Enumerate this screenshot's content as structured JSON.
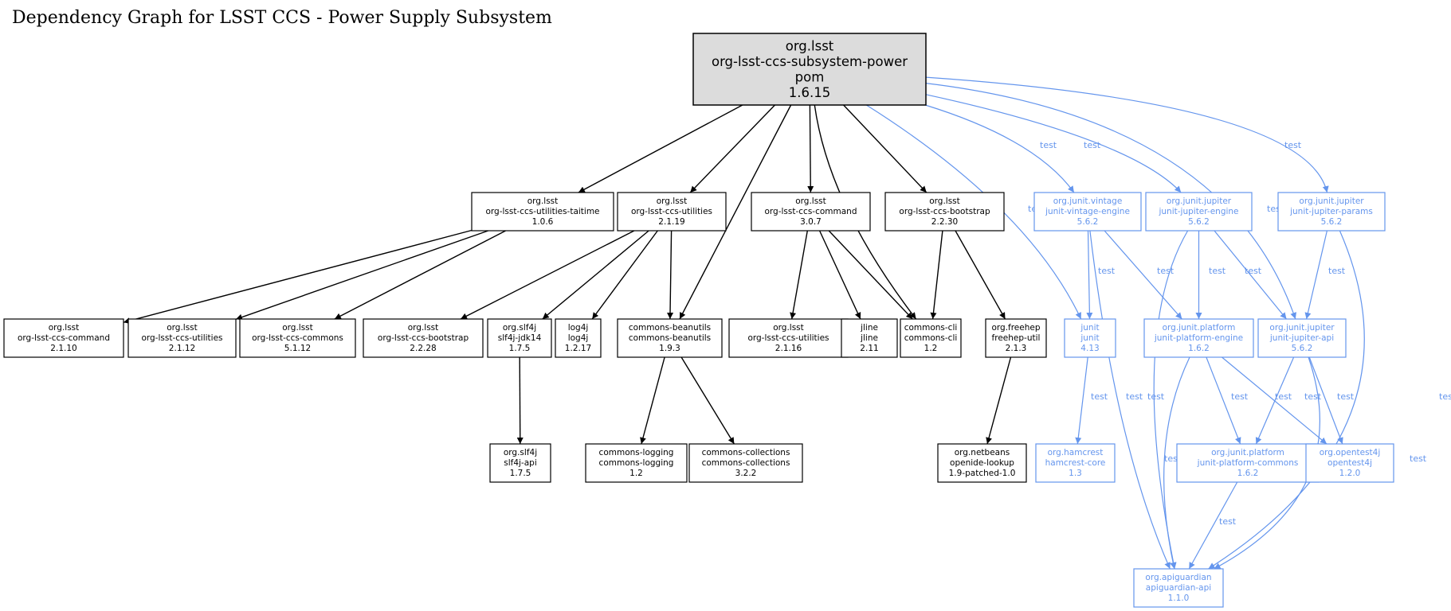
{
  "title": "Dependency Graph for LSST CCS - Power Supply Subsystem",
  "colors": {
    "compile": "#000000",
    "test": "#6495ED",
    "root_fill": "#dcdcdc"
  },
  "nodes": [
    {
      "id": "root",
      "lines": [
        "org.lsst",
        "org-lsst-ccs-subsystem-power",
        "pom",
        "1.6.15"
      ],
      "scope": "root"
    },
    {
      "id": "taitime",
      "lines": [
        "org.lsst",
        "org-lsst-ccs-utilities-taitime",
        "1.0.6"
      ],
      "scope": "compile"
    },
    {
      "id": "util2119",
      "lines": [
        "org.lsst",
        "org-lsst-ccs-utilities",
        "2.1.19"
      ],
      "scope": "compile"
    },
    {
      "id": "cmd307",
      "lines": [
        "org.lsst",
        "org-lsst-ccs-command",
        "3.0.7"
      ],
      "scope": "compile"
    },
    {
      "id": "boot2230",
      "lines": [
        "org.lsst",
        "org-lsst-ccs-bootstrap",
        "2.2.30"
      ],
      "scope": "compile"
    },
    {
      "id": "vintage",
      "lines": [
        "org.junit.vintage",
        "junit-vintage-engine",
        "5.6.2"
      ],
      "scope": "test"
    },
    {
      "id": "jupengine",
      "lines": [
        "org.junit.jupiter",
        "junit-jupiter-engine",
        "5.6.2"
      ],
      "scope": "test"
    },
    {
      "id": "jupparams",
      "lines": [
        "org.junit.jupiter",
        "junit-jupiter-params",
        "5.6.2"
      ],
      "scope": "test"
    },
    {
      "id": "cmd2110",
      "lines": [
        "org.lsst",
        "org-lsst-ccs-command",
        "2.1.10"
      ],
      "scope": "compile"
    },
    {
      "id": "util2112",
      "lines": [
        "org.lsst",
        "org-lsst-ccs-utilities",
        "2.1.12"
      ],
      "scope": "compile"
    },
    {
      "id": "commons5112",
      "lines": [
        "org.lsst",
        "org-lsst-ccs-commons",
        "5.1.12"
      ],
      "scope": "compile"
    },
    {
      "id": "boot2228",
      "lines": [
        "org.lsst",
        "org-lsst-ccs-bootstrap",
        "2.2.28"
      ],
      "scope": "compile"
    },
    {
      "id": "slf4jjdk",
      "lines": [
        "org.slf4j",
        "slf4j-jdk14",
        "1.7.5"
      ],
      "scope": "compile"
    },
    {
      "id": "log4j",
      "lines": [
        "log4j",
        "log4j",
        "1.2.17"
      ],
      "scope": "compile"
    },
    {
      "id": "beanutils",
      "lines": [
        "commons-beanutils",
        "commons-beanutils",
        "1.9.3"
      ],
      "scope": "compile"
    },
    {
      "id": "util2116",
      "lines": [
        "org.lsst",
        "org-lsst-ccs-utilities",
        "2.1.16"
      ],
      "scope": "compile"
    },
    {
      "id": "jline",
      "lines": [
        "jline",
        "jline",
        "2.11"
      ],
      "scope": "compile"
    },
    {
      "id": "cli",
      "lines": [
        "commons-cli",
        "commons-cli",
        "1.2"
      ],
      "scope": "compile"
    },
    {
      "id": "freehep",
      "lines": [
        "org.freehep",
        "freehep-util",
        "2.1.3"
      ],
      "scope": "compile"
    },
    {
      "id": "junit",
      "lines": [
        "junit",
        "junit",
        "4.13"
      ],
      "scope": "test"
    },
    {
      "id": "platengine",
      "lines": [
        "org.junit.platform",
        "junit-platform-engine",
        "1.6.2"
      ],
      "scope": "test"
    },
    {
      "id": "jupapi",
      "lines": [
        "org.junit.jupiter",
        "junit-jupiter-api",
        "5.6.2"
      ],
      "scope": "test"
    },
    {
      "id": "slf4japi",
      "lines": [
        "org.slf4j",
        "slf4j-api",
        "1.7.5"
      ],
      "scope": "compile"
    },
    {
      "id": "logging",
      "lines": [
        "commons-logging",
        "commons-logging",
        "1.2"
      ],
      "scope": "compile"
    },
    {
      "id": "collections",
      "lines": [
        "commons-collections",
        "commons-collections",
        "3.2.2"
      ],
      "scope": "compile"
    },
    {
      "id": "openide",
      "lines": [
        "org.netbeans",
        "openide-lookup",
        "1.9-patched-1.0"
      ],
      "scope": "compile"
    },
    {
      "id": "hamcrest",
      "lines": [
        "org.hamcrest",
        "hamcrest-core",
        "1.3"
      ],
      "scope": "test"
    },
    {
      "id": "platcommons",
      "lines": [
        "org.junit.platform",
        "junit-platform-commons",
        "1.6.2"
      ],
      "scope": "test"
    },
    {
      "id": "opentest4j",
      "lines": [
        "org.opentest4j",
        "opentest4j",
        "1.2.0"
      ],
      "scope": "test"
    },
    {
      "id": "apiguardian",
      "lines": [
        "org.apiguardian",
        "apiguardian-api",
        "1.1.0"
      ],
      "scope": "test"
    }
  ],
  "edges": [
    {
      "from": "root",
      "to": "taitime",
      "label": ""
    },
    {
      "from": "root",
      "to": "util2119",
      "label": ""
    },
    {
      "from": "root",
      "to": "beanutils",
      "label": ""
    },
    {
      "from": "root",
      "to": "cmd307",
      "label": ""
    },
    {
      "from": "root",
      "to": "cli",
      "label": ""
    },
    {
      "from": "root",
      "to": "boot2230",
      "label": ""
    },
    {
      "from": "root",
      "to": "junit",
      "label": "test"
    },
    {
      "from": "root",
      "to": "vintage",
      "label": "test"
    },
    {
      "from": "root",
      "to": "jupengine",
      "label": "test"
    },
    {
      "from": "root",
      "to": "jupapi",
      "label": "test"
    },
    {
      "from": "root",
      "to": "jupparams",
      "label": "test"
    },
    {
      "from": "taitime",
      "to": "cmd2110",
      "label": ""
    },
    {
      "from": "taitime",
      "to": "util2112",
      "label": ""
    },
    {
      "from": "taitime",
      "to": "commons5112",
      "label": ""
    },
    {
      "from": "util2119",
      "to": "boot2228",
      "label": ""
    },
    {
      "from": "util2119",
      "to": "slf4jjdk",
      "label": ""
    },
    {
      "from": "util2119",
      "to": "log4j",
      "label": ""
    },
    {
      "from": "util2119",
      "to": "beanutils",
      "label": ""
    },
    {
      "from": "cmd307",
      "to": "util2116",
      "label": ""
    },
    {
      "from": "cmd307",
      "to": "jline",
      "label": ""
    },
    {
      "from": "cmd307",
      "to": "cli",
      "label": ""
    },
    {
      "from": "boot2230",
      "to": "cli",
      "label": ""
    },
    {
      "from": "boot2230",
      "to": "freehep",
      "label": ""
    },
    {
      "from": "slf4jjdk",
      "to": "slf4japi",
      "label": ""
    },
    {
      "from": "beanutils",
      "to": "logging",
      "label": ""
    },
    {
      "from": "beanutils",
      "to": "collections",
      "label": ""
    },
    {
      "from": "freehep",
      "to": "openide",
      "label": ""
    },
    {
      "from": "vintage",
      "to": "junit",
      "label": "test"
    },
    {
      "from": "vintage",
      "to": "platengine",
      "label": "test"
    },
    {
      "from": "vintage",
      "to": "apiguardian",
      "label": "test"
    },
    {
      "from": "jupengine",
      "to": "platengine",
      "label": "test"
    },
    {
      "from": "jupengine",
      "to": "jupapi",
      "label": "test"
    },
    {
      "from": "jupengine",
      "to": "apiguardian",
      "label": "test"
    },
    {
      "from": "jupparams",
      "to": "jupapi",
      "label": "test"
    },
    {
      "from": "jupparams",
      "to": "apiguardian",
      "label": "test"
    },
    {
      "from": "junit",
      "to": "hamcrest",
      "label": "test"
    },
    {
      "from": "platengine",
      "to": "platcommons",
      "label": "test"
    },
    {
      "from": "platengine",
      "to": "opentest4j",
      "label": "test"
    },
    {
      "from": "platengine",
      "to": "apiguardian",
      "label": "test"
    },
    {
      "from": "jupapi",
      "to": "platcommons",
      "label": "test"
    },
    {
      "from": "jupapi",
      "to": "opentest4j",
      "label": "test"
    },
    {
      "from": "jupapi",
      "to": "apiguardian",
      "label": "test"
    },
    {
      "from": "platcommons",
      "to": "apiguardian",
      "label": "test"
    }
  ]
}
